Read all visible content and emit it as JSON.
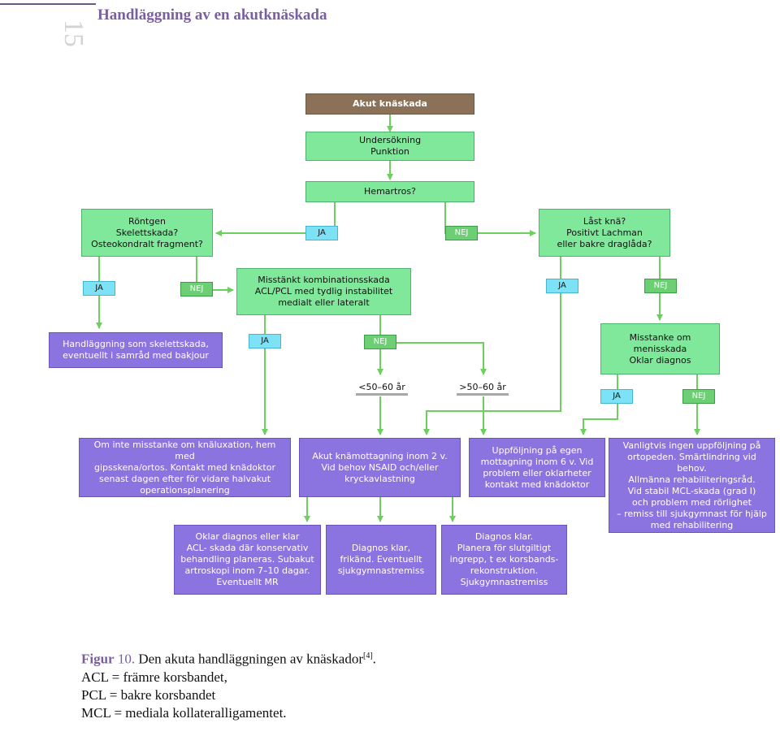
{
  "header": {
    "page_number": "15",
    "title": "Handläggning av en akutknäskada"
  },
  "flow": {
    "start": "Akut knäskada",
    "exam": "Undersökning\nPunktion",
    "hemartros": "Hemartros?",
    "rontgen": "Röntgen\nSkelettskada?\nOsteokondralt fragment?",
    "last_kna": "Låst knä?\nPositivt Lachman\neller bakre draglåda?",
    "skelett_handl": "Handläggning som skelettskada,\neventuellt i samråd med  bakjour",
    "kombination": "Misstänkt kombinationsskada\nACL/PCL med tydlig instabilitet\nmedialt eller lateralt",
    "menisk": "Misstanke om\nmenisskada\nOklar diagnos",
    "age_under": "<50–60 år",
    "age_over": ">50–60 år",
    "om_inte": "Om inte misstanke om knäluxation, hem med\ngipsskena/ortos. Kontakt med knädoktor\nsenast dagen efter för vidare halvakut\noperationsplanering",
    "akut_mott": "Akut knämottagning inom 2 v.\nVid behov NSAID och/eller\nkryckavlastning",
    "uppfoljning": "Uppföljning på egen\nmottagning inom 6 v. Vid\nproblem eller oklarheter\nkontakt  med knädoktor",
    "vanligtvis": "Vanligtvis ingen uppföljning på\nortopeden. Smärtlindring vid behov.\nAllmänna rehabiliteringsråd.\nVid stabil MCL-skada (grad I)\noch problem med rörlighet\n– remiss till sjukgymnast för hjälp\nmed rehabilitering",
    "oklar": "Oklar diagnos eller klar\nACL- skada där konservativ\nbehandling planeras. Subakut\nartroskopi inom 7–10 dagar.\nEventuellt MR",
    "diag_klar1": "Diagnos klar,\nfrikänd. Eventuellt\nsjukgymnastremiss",
    "diag_klar2": "Diagnos klar.\nPlanera för slutgiltigt\ningrepp, t ex korsbands-\nrekonstruktion.\nSjukgymnastremiss",
    "ja": "JA",
    "nej": "NEJ"
  },
  "caption": {
    "label": "Figur",
    "number": "10.",
    "text": " Den akuta handläggningen av knäskador",
    "ref": "[4]",
    "end": ".",
    "acl": "ACL = främre korsbandet,",
    "pcl": "PCL = bakre korsbandet",
    "mcl": "MCL = mediala kollateralligamentet."
  },
  "colors": {
    "accent": "#7b5ea2",
    "brown": "#8a7157",
    "green": "#7fe89a",
    "purple": "#8c74e0",
    "tag_blue": "#7ee2f6",
    "tag_green": "#6ccf73",
    "arrow": "#6ccf5e"
  }
}
